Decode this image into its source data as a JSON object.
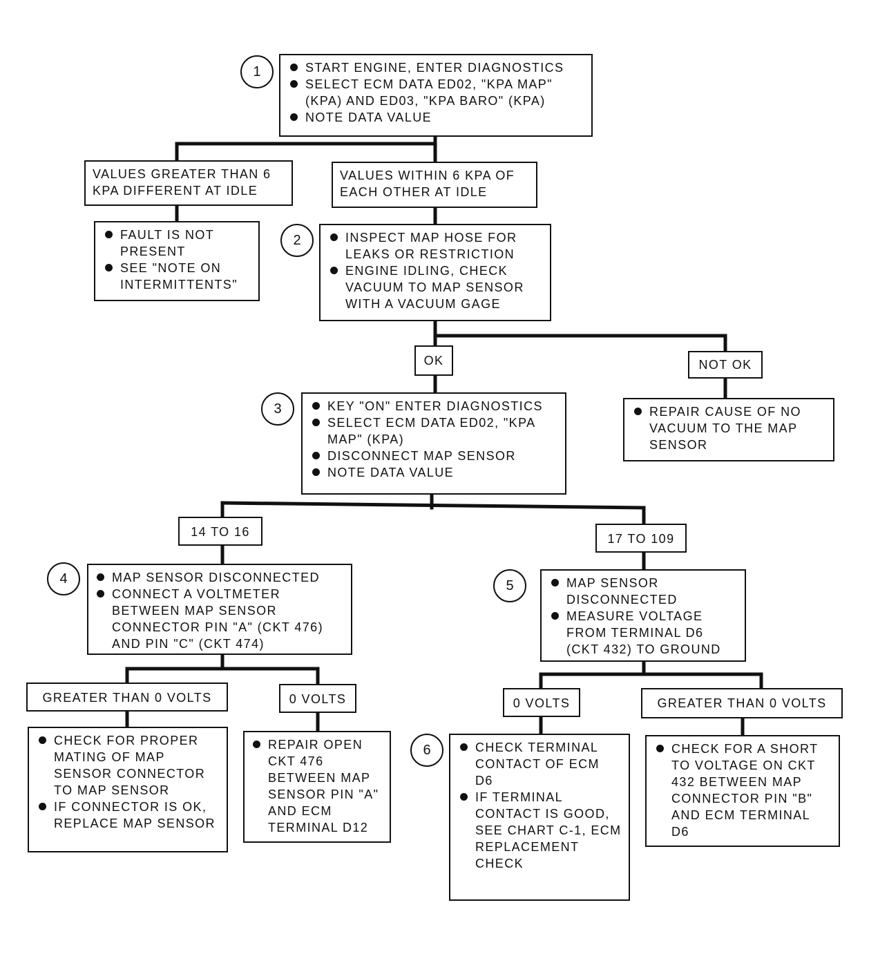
{
  "steps": {
    "s1": {
      "number": "1",
      "items": [
        "START ENGINE, ENTER DIAGNOSTICS",
        "SELECT ECM DATA ED02, \"kPa MAP\" (kPa) AND ED03, \"kPa BARO\" (kPa)",
        "NOTE DATA VALUE"
      ]
    },
    "s2": {
      "number": "2",
      "items": [
        "INSPECT MAP HOSE FOR LEAKS OR RESTRICTION",
        "ENGINE IDLING, CHECK VACUUM TO MAP SENSOR WITH A VACUUM GAGE"
      ]
    },
    "s3": {
      "number": "3",
      "items": [
        "KEY \"ON\" ENTER DIAGNOSTICS",
        "SELECT ECM DATA ED02, \"kPa MAP\" (kPa)",
        "DISCONNECT MAP SENSOR",
        "NOTE DATA VALUE"
      ]
    },
    "s4": {
      "number": "4",
      "items": [
        "MAP SENSOR DISCONNECTED",
        "CONNECT A VOLTMETER BETWEEN MAP SENSOR CONNECTOR PIN \"A\" (CKT 476) AND PIN \"C\" (CKT 474)"
      ]
    },
    "s5": {
      "number": "5",
      "items": [
        "MAP SENSOR DISCONNECTED",
        "MEASURE VOLTAGE FROM TERMINAL D6 (CKT 432) TO GROUND"
      ]
    },
    "s6": {
      "number": "6",
      "items": [
        "CHECK TERMINAL CONTACT OF ECM D6",
        "IF TERMINAL CONTACT IS GOOD, SEE CHART C-1, ECM REPLACEMENT CHECK"
      ]
    }
  },
  "conditions": {
    "greater_than_6": "VALUES GREATER THAN 6 kPa DIFFERENT AT IDLE",
    "within_6": "VALUES WITHIN 6 kPa OF EACH OTHER AT IDLE",
    "ok": "OK",
    "not_ok": "NOT OK",
    "range_14_16": "14 TO 16",
    "range_17_109": "17 TO 109",
    "s4_greater_0": "GREATER THAN 0 VOLTS",
    "s4_zero": "0 VOLTS",
    "s5_zero": "0 VOLTS",
    "s5_greater_0": "GREATER THAN 0 VOLTS"
  },
  "results": {
    "fault_not_present": [
      "FAULT IS NOT PRESENT",
      "SEE \"NOTE ON INTERMITTENTS\""
    ],
    "repair_vacuum": [
      "REPAIR CAUSE OF NO VACUUM TO THE MAP SENSOR"
    ],
    "check_mating": [
      "CHECK FOR PROPER MATING OF MAP SENSOR CONNECTOR TO MAP SENSOR",
      "IF CONNECTOR IS OK, REPLACE MAP SENSOR"
    ],
    "repair_open": [
      "REPAIR OPEN CKT 476 BETWEEN MAP SENSOR PIN \"A\" AND ECM TERMINAL D12"
    ],
    "check_short": [
      "CHECK FOR A SHORT TO VOLTAGE ON CKT 432 BETWEEN MAP CONNECTOR PIN \"B\" AND ECM TERMINAL D6"
    ]
  }
}
